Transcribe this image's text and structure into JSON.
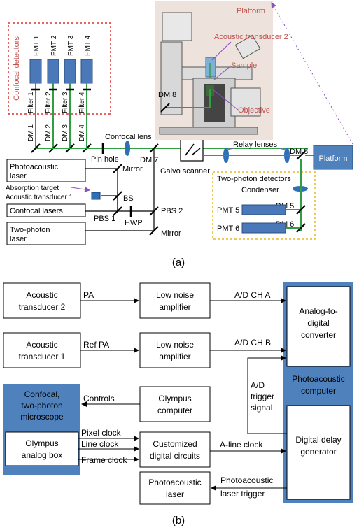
{
  "top_diagram": {
    "confocal_detectors_label": "Confocal detectors",
    "pmts": [
      "PMT 1",
      "PMT 2",
      "PMT 3",
      "PMT 4"
    ],
    "filters": [
      "Filter 1",
      "Filter 2",
      "Filter 3",
      "Filter 4"
    ],
    "dms": [
      "DM 1",
      "DM 2",
      "DM 3",
      "DM 4"
    ],
    "platform_photo_label": "Platform",
    "acoustic_transducer_2": "Acoustic transducer 2",
    "sample": "Sample",
    "objective": "Objective",
    "dm8_photo": "DM 8",
    "confocal_lens": "Confocal lens",
    "pin_hole": "Pin hole",
    "dm7": "DM 7",
    "galvo_scanner": "Galvo scanner",
    "relay_lenses": "Relay lenses",
    "dm8": "DM 8",
    "platform_box": "Platform",
    "photoacoustic_laser": [
      "Photoacoustic",
      "laser"
    ],
    "mirror_top": "Mirror",
    "absorption_target": "Absorption target",
    "acoustic_transducer_1": "Acoustic transducer 1",
    "bs": "BS",
    "confocal_lasers": "Confocal lasers",
    "pbs1": "PBS 1",
    "hwp": "HWP",
    "pbs2": "PBS 2",
    "two_photon_laser": [
      "Two-photon",
      "laser"
    ],
    "mirror_bottom": "Mirror",
    "two_photon_detectors": "Two-photon detectors",
    "condenser": "Condenser",
    "pmt5": "PMT 5",
    "pmt6": "PMT 6",
    "dm5": "DM 5",
    "dm6": "DM 6",
    "caption": "(a)"
  },
  "bottom_diagram": {
    "acoustic_transducer_2": [
      "Acoustic",
      "transducer 2"
    ],
    "acoustic_transducer_1": [
      "Acoustic",
      "transducer 1"
    ],
    "pa": "PA",
    "ref_pa": "Ref PA",
    "lna_1": [
      "Low noise",
      "amplifier"
    ],
    "lna_2": [
      "Low noise",
      "amplifier"
    ],
    "ad_ch_a": "A/D CH A",
    "ad_ch_b": "A/D CH B",
    "adc": [
      "Analog-to-",
      "digital",
      "converter"
    ],
    "photoacoustic_computer": [
      "Photoacoustic",
      "computer"
    ],
    "ad_trigger": [
      "A/D",
      "trigger",
      "signal"
    ],
    "microscope": [
      "Confocal,",
      "two-photon",
      "microscope"
    ],
    "controls": "Controls",
    "olympus_computer": [
      "Olympus",
      "computer"
    ],
    "olympus_box": [
      "Olympus",
      "analog box"
    ],
    "pixel_clock": "Pixel clock",
    "line_clock": "Line clock",
    "frame_clock": "Frame clock",
    "custom_circuits": [
      "Customized",
      "digital circuits"
    ],
    "a_line_clock": "A-line clock",
    "delay_generator": [
      "Digital delay",
      "generator"
    ],
    "pa_laser": [
      "Photoacoustic",
      "laser"
    ],
    "pa_laser_trigger": [
      "Photoacoustic",
      "laser trigger"
    ],
    "caption": "(b)"
  },
  "colors": {
    "beam_green": "#2ea043",
    "pmt_blue": "#4a78b8",
    "lens_blue": "#2f6fb5",
    "panel_blue": "#4f81bd",
    "red_dash": "#e03030",
    "yellow_dash": "#e8b820",
    "purple": "#8a4fc0",
    "photo_label_red": "#c0504d"
  }
}
